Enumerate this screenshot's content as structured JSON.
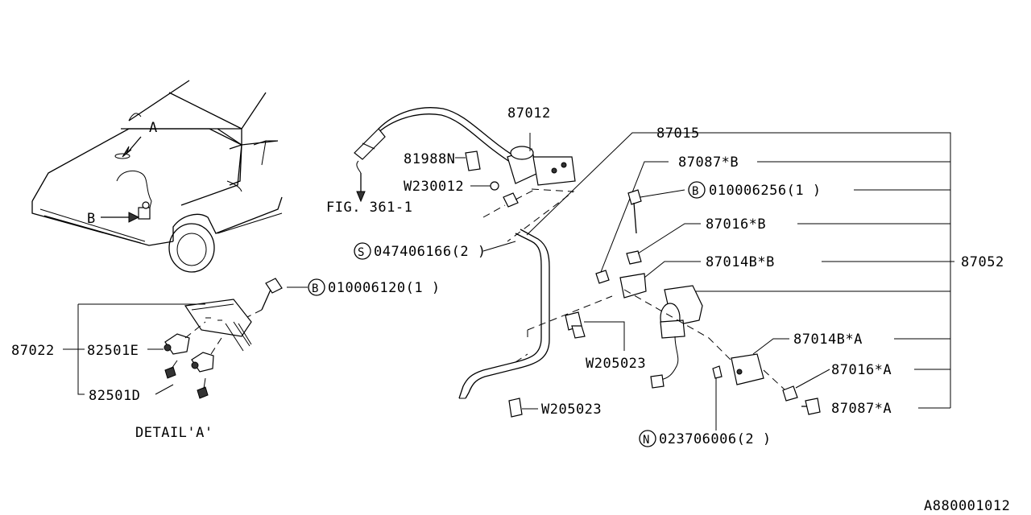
{
  "diagram_id": "A880001012",
  "detail_title": "DETAIL'A'",
  "fig_ref": "FIG. 361-1",
  "vehicle_markers": {
    "a": "A",
    "b": "B"
  },
  "symbols": {
    "b": "B",
    "s": "S",
    "n": "N"
  },
  "parts": {
    "p87012": "87012",
    "p81988N": "81988N",
    "pW230012": "W230012",
    "p047406166": "047406166(2 )",
    "p87015": "87015",
    "p87087B": "87087*B",
    "p010006256": "010006256(1 )",
    "p87016B": "87016*B",
    "p87014BB": "87014B*B",
    "p87052": "87052",
    "p87014BA": "87014B*A",
    "p87016A": "87016*A",
    "p87087A": "87087*A",
    "p023706006": "023706006(2 )",
    "pW205023_1": "W205023",
    "pW205023_2": "W205023",
    "p010006120": "010006120(1 )",
    "p87022": "87022",
    "p82501E": "82501E",
    "p82501D": "82501D"
  }
}
